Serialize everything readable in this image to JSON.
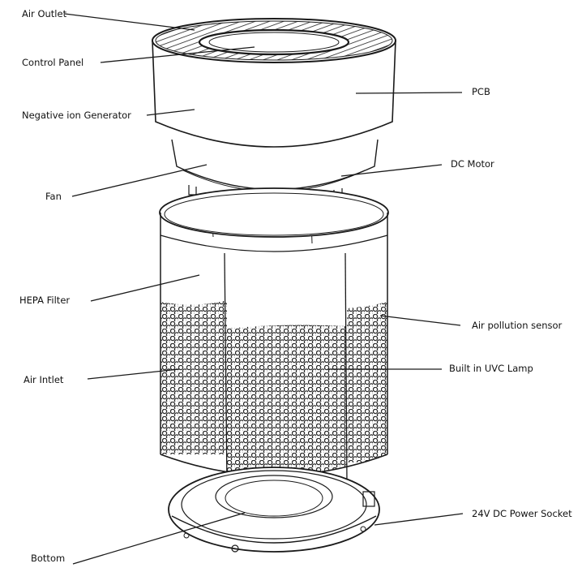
{
  "labels": {
    "air_outlet": "Air Outlet",
    "control_panel": "Control Panel",
    "negative_ion_generator": "Negative ion Generator",
    "fan": "Fan",
    "hepa_filter": "HEPA Filter",
    "air_inlet": "Air Intlet",
    "bottom": "Bottom",
    "pcb": "PCB",
    "dc_motor": "DC Motor",
    "air_pollution_sensor": "Air pollution sensor",
    "uvc_lamp": "Built in UVC Lamp",
    "power_socket": "24V DC Power Socket"
  },
  "colors": {
    "line": "#1a1a1a",
    "perforation": "#2a2a2a"
  }
}
